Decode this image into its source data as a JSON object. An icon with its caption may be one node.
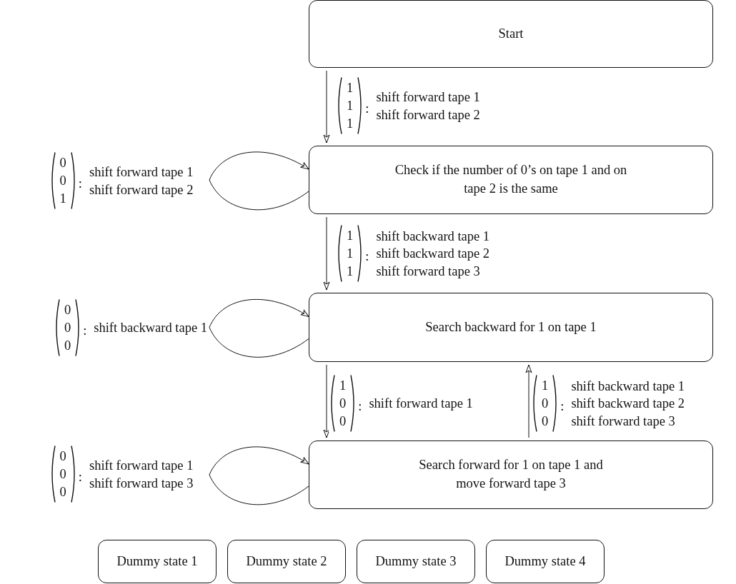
{
  "diagram": {
    "nodes": [
      {
        "text": [
          "Start"
        ]
      },
      {
        "text": [
          "Check if the number of 0’s on tape 1 and on tape 2 is the same"
        ]
      },
      {
        "text": [
          "Search backward for 1 on tape 1"
        ]
      },
      {
        "text": [
          "Search forward for 1 on tape 1 and move forward tape 3"
        ]
      },
      {
        "text": [
          "Dummy state 1"
        ]
      },
      {
        "text": [
          "Dummy state 2"
        ]
      },
      {
        "text": [
          "Dummy state 3"
        ]
      },
      {
        "text": [
          "Dummy state 4"
        ]
      }
    ],
    "edges": [
      {
        "from": 0,
        "to": 1,
        "arrow": "to",
        "label": "shift forward tape 1 shift forward tape 2"
      },
      {
        "from": 1,
        "to": 1,
        "arrow": "to",
        "label": "shift forward tape 1 shift forward tape 2"
      },
      {
        "from": 1,
        "to": 2,
        "arrow": "to",
        "label": "shift backward tape 1 shift backward tape 2 shift forward tape 3"
      },
      {
        "from": 2,
        "to": 2,
        "arrow": "to",
        "label": "shift backward tape 1"
      },
      {
        "from": 2,
        "to": 3,
        "arrow": "to",
        "label": "shift forward tape 1"
      },
      {
        "from": 3,
        "to": 2,
        "arrow": "to",
        "label": "shift backward tape 1 shift backward tape 2 shift forward tape 3"
      },
      {
        "from": 3,
        "to": 3,
        "arrow": "to",
        "label": "shift forward tape 1 shift forward tape 3"
      }
    ],
    "labels": [
      "1",
      "1",
      "1",
      ":",
      "0",
      "0",
      "1",
      ":",
      "1",
      "1",
      "1",
      ":",
      "0",
      "0",
      "0",
      ":",
      "1",
      "0",
      "0",
      ":",
      "1",
      "0",
      "0",
      ":",
      "0",
      "0",
      "0",
      ":"
    ]
  }
}
